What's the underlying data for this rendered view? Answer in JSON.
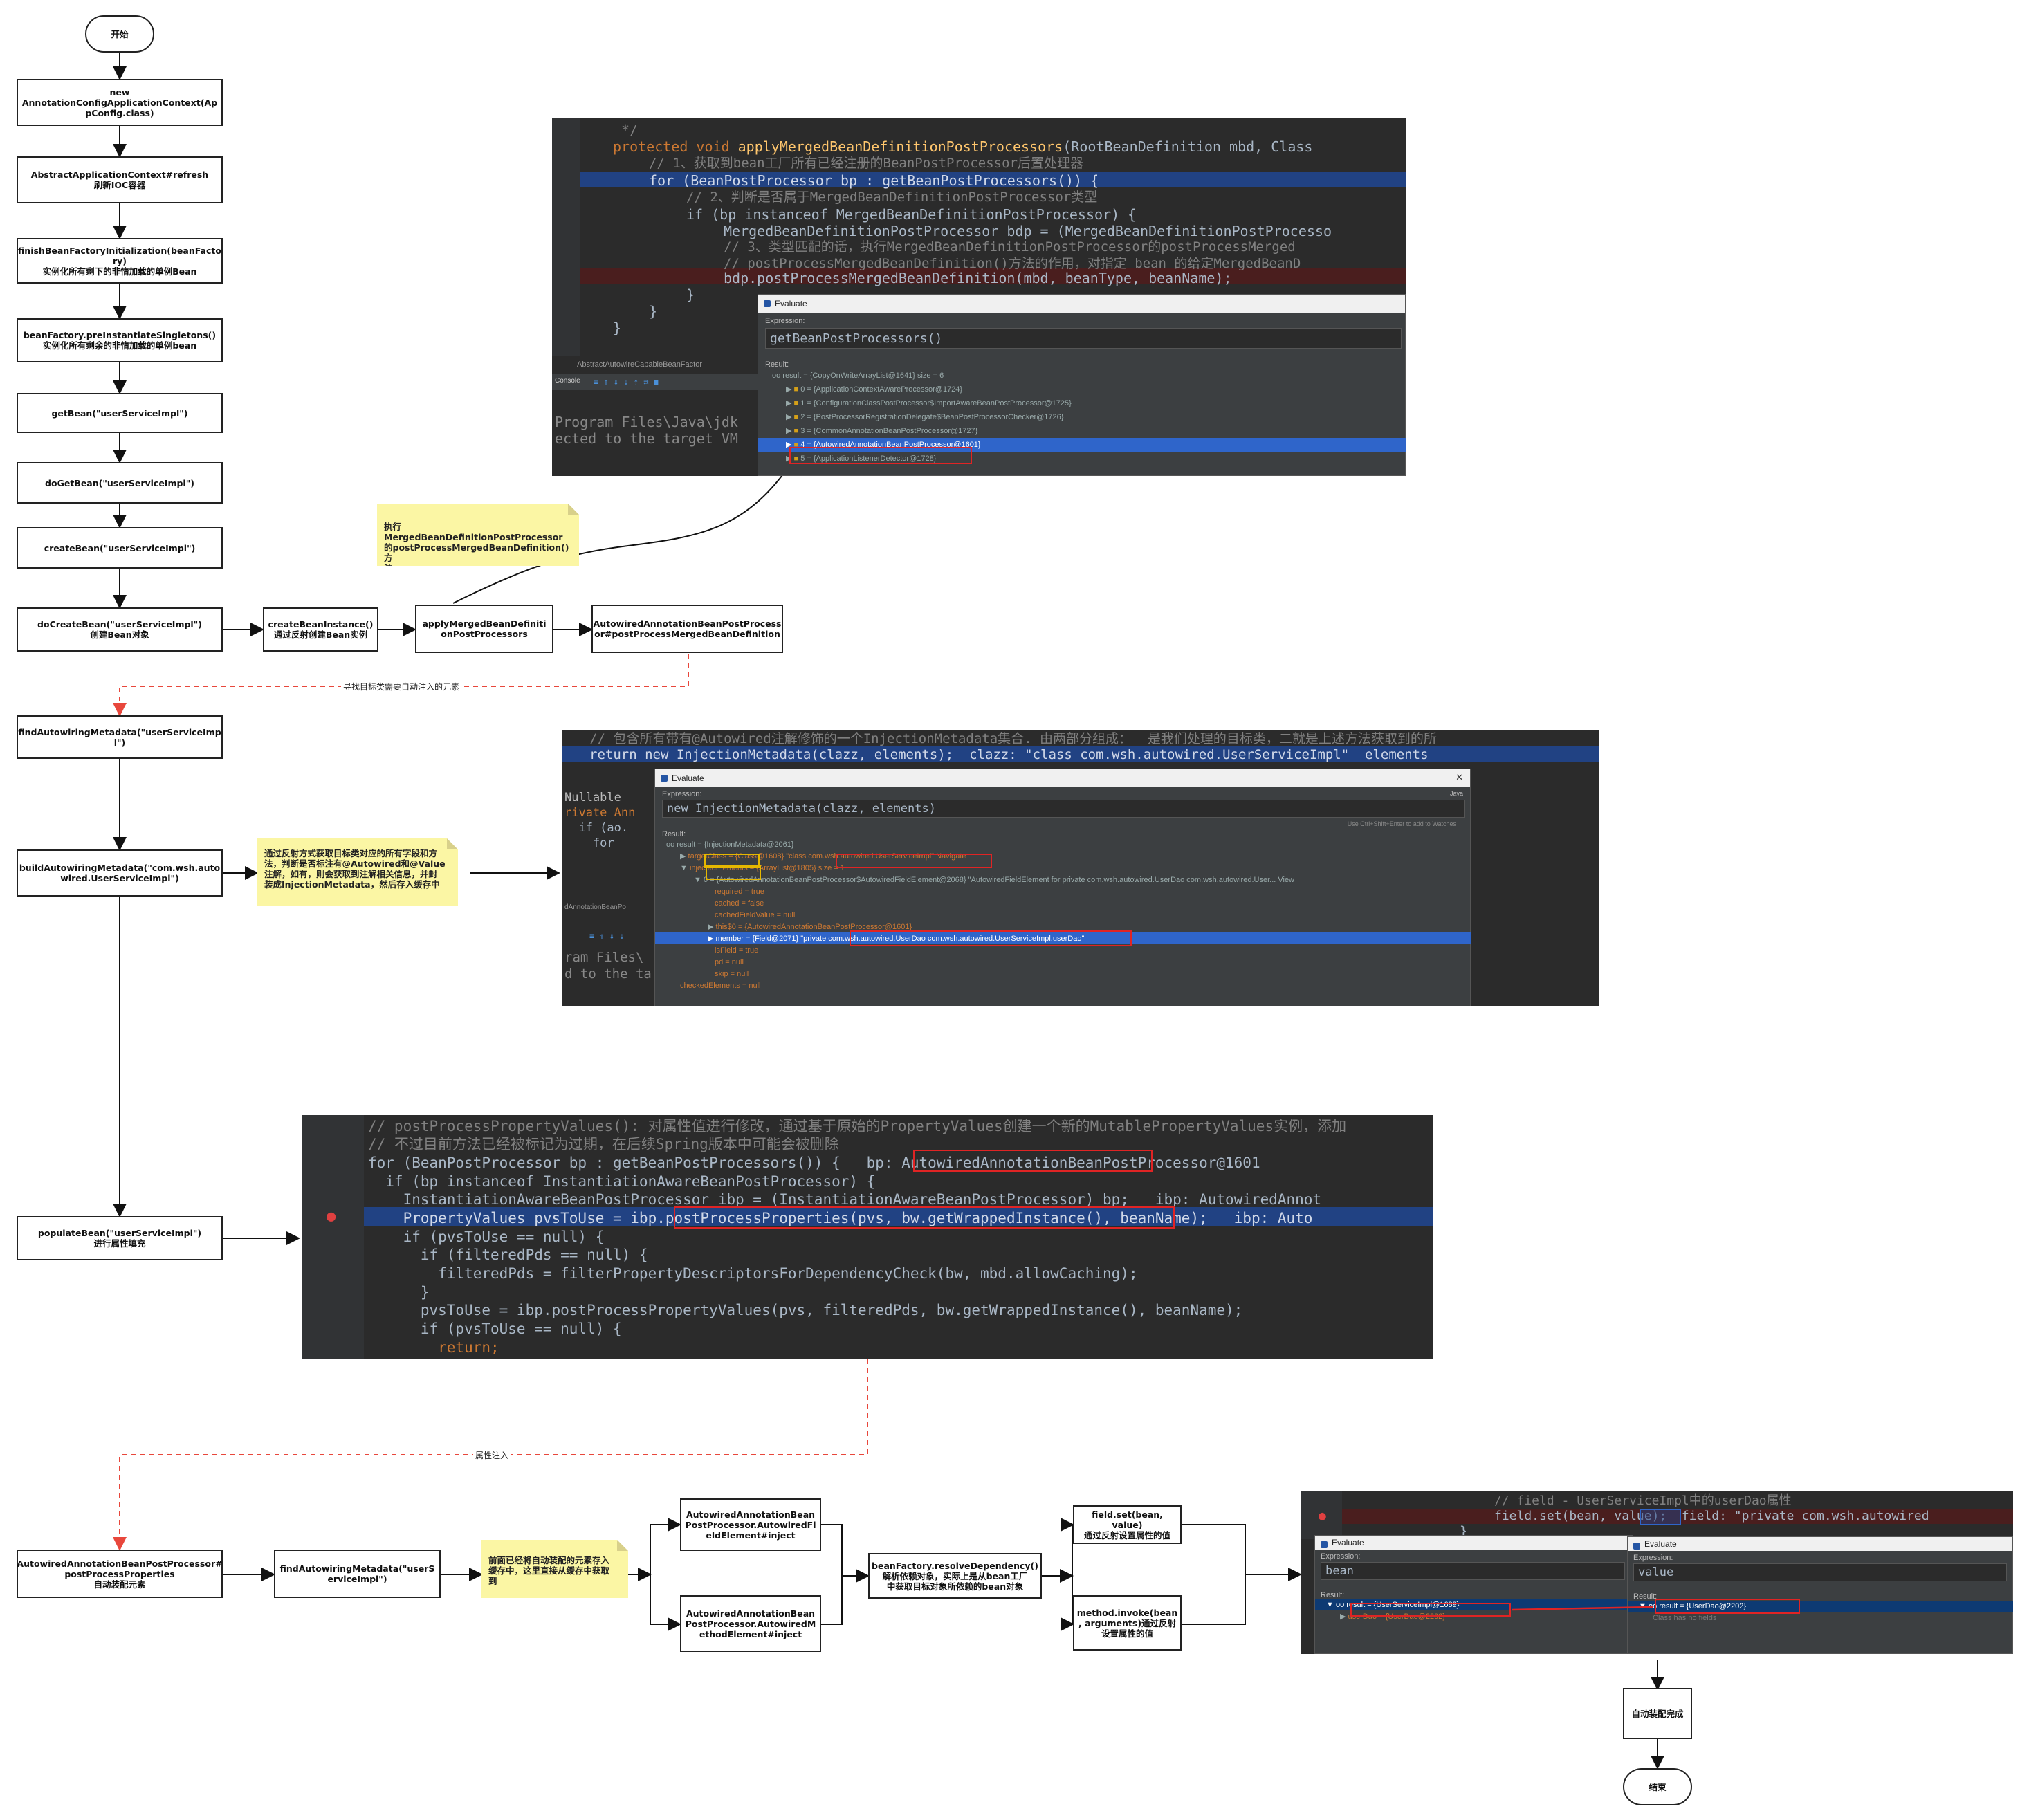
{
  "nodes": {
    "start": "开始",
    "ctx": "new\nAnnotationConfigApplicationContext(Ap\npConfig.class)",
    "refresh": "AbstractApplicationContext#refresh\n刷新IOC容器",
    "finish_init": "finishBeanFactoryInitialization(beanFacto\nry)\n实例化所有剩下的非惰加载的单例Bean",
    "pre_inst": "beanFactory.preInstantiateSingletons()\n实例化所有剩余的非惰加载的单例bean",
    "get_bean": "getBean(\"userServiceImpl\")",
    "do_get_bean": "doGetBean(\"userServiceImpl\")",
    "create_bean": "createBean(\"userServiceImpl\")",
    "do_create_bean": "doCreateBean(\"userServiceImpl\")\n创建Bean对象",
    "create_instance": "createBeanInstance()\n通过反射创建Bean实例",
    "apply_merged": "applyMergedBeanDefiniti\nonPostProcessors",
    "aabpp_merged": "AutowiredAnnotationBeanPostProcess\nor#postProcessMergedBeanDefinition",
    "find_meta_1": "findAutowiringMetadata(\"userServiceImp\nl\")",
    "build_meta": "buildAutowiringMetadata(\"com.wsh.auto\nwired.UserServiceImpl\")",
    "populate": "populateBean(\"userServiceImpl\")\n进行属性填充",
    "aabpp_props": "AutowiredAnnotationBeanPostProcessor#\npostProcessProperties\n自动装配元素",
    "find_meta_2": "findAutowiringMetadata(\"userS\nerviceImpl\")",
    "field_inject": "AutowiredAnnotationBean\nPostProcessor.AutowiredFi\neldElement#inject",
    "method_inject": "AutowiredAnnotationBean\nPostProcessor.AutowiredM\nethodElement#inject",
    "resolve_dep": "beanFactory.resolveDependency()\n解析依赖对象，实际上是从bean工厂\n中获取目标对象所依赖的bean对象",
    "field_set": "field.set(bean, value)\n通过反射设置属性的值",
    "method_invoke": "method.invoke(bean\n, arguments)通过反射\n设置属性的值",
    "done": "自动装配完成",
    "end": "结束"
  },
  "notes": {
    "merged": "执行MergedBeanDefinitionPostProcessor\n的postProcessMergedBeanDefinition()方\n法",
    "build": "通过反射方式获取目标类对应的所有字段和方\n法，判断是否标注有@Autowired和@Value\n注解，如有，则会获取到注解相关信息，并封\n装成InjectionMetadata，然后存入缓存中",
    "cache": "前面已经将自动装配的元素存入\n缓存中，这里直接从缓存中获取\n到"
  },
  "edge_labels": {
    "find_target": "寻找目标类需要自动注入的元素",
    "inject": "属性注入"
  },
  "shot1": {
    "lines": [
      "*/",
      "protected void applyMergedBeanDefinitionPostProcessors(RootBeanDefinition mbd, Class",
      "// 1、获取到bean工厂所有已经注册的BeanPostProcessor后置处理器",
      "for (BeanPostProcessor bp : getBeanPostProcessors()) {",
      "// 2、判断是否属于MergedBeanDefinitionPostProcessor类型",
      "if (bp instanceof MergedBeanDefinitionPostProcessor) {",
      "MergedBeanDefinitionPostProcessor bdp = (MergedBeanDefinitionPostProcesso",
      "// 3、类型匹配的话，执行MergedBeanDefinitionPostProcessor的postProcessMerged",
      "// postProcessMergedBeanDefinition()方法的作用，对指定 bean 的给定MergedBeanD",
      "bdp.postProcessMergedBeanDefinition(mbd, beanType, beanName);",
      "}",
      "}",
      "}"
    ],
    "file_tab": "AbstractAutowireCapableBeanFactor",
    "console_label": "Console",
    "console_lines": [
      "Program Files\\Java\\jdk",
      "ected to the target VM"
    ],
    "dialog_title": "Evaluate",
    "expr_label": "Expression:",
    "expr": "getBeanPostProcessors()",
    "result_label": "Result:",
    "result_root": "oo result = {CopyOnWriteArrayList@1641}  size = 6",
    "items": [
      "0 = {ApplicationContextAwareProcessor@1724}",
      "1 = {ConfigurationClassPostProcessor$ImportAwareBeanPostProcessor@1725}",
      "2 = {PostProcessorRegistrationDelegate$BeanPostProcessorChecker@1726}",
      "3 = {CommonAnnotationBeanPostProcessor@1727}",
      "4 = {AutowiredAnnotationBeanPostProcessor@1601}",
      "5 = {ApplicationListenerDetector@1728}"
    ]
  },
  "shot2": {
    "lines": [
      "// 包含所有带有@Autowired注解修饰的一个InjectionMetadata集合. 由两部分组成：  是我们处理的目标类，二就是上述方法获取到的所",
      "return new InjectionMetadata(clazz, elements);  clazz: \"class com.wsh.autowired.UserServiceImpl\"  elements"
    ],
    "side_lines": [
      "Nullable",
      "rivate Ann",
      "  if (ao.",
      "    for"
    ],
    "bottom_lines": [
      "dAnnotationBeanPo",
      "ram Files\\",
      "d to the ta"
    ],
    "dialog_title": "Evaluate",
    "expr_label": "Expression:",
    "lang": "Java",
    "expr": "new InjectionMetadata(clazz, elements)",
    "hint": "Use Ctrl+Shift+Enter to add to Watches",
    "result_label": "Result:",
    "tree": [
      "oo result = {InjectionMetadata@2061}",
      "targetClass = {Class@1608} \"class com.wsh.autowired.UserServiceImpl\"   Navigate",
      "injectedElements = {ArrayList@1805}  size = 1",
      "0 = {AutowiredAnnotationBeanPostProcessor$AutowiredFieldElement@2068} \"AutowiredFieldElement for private com.wsh.autowired.UserDao com.wsh.autowired.User...  View",
      "required = true",
      "cached = false",
      "cachedFieldValue = null",
      "this$0 = {AutowiredAnnotationBeanPostProcessor@1601}",
      "member = {Field@2071} \"private com.wsh.autowired.UserDao com.wsh.autowired.UserServiceImpl.userDao\"",
      "isField = true",
      "pd = null",
      "skip = null",
      "checkedElements = null"
    ]
  },
  "shot3": {
    "lines": [
      "// postProcessPropertyValues(): 对属性值进行修改，通过基于原始的PropertyValues创建一个新的MutablePropertyValues实例，添加",
      "// 不过目前方法已经被标记为过期，在后续Spring版本中可能会被删除",
      "for (BeanPostProcessor bp : getBeanPostProcessors()) {   bp: AutowiredAnnotationBeanPostProcessor@1601",
      "  if (bp instanceof InstantiationAwareBeanPostProcessor) {",
      "    InstantiationAwareBeanPostProcessor ibp = (InstantiationAwareBeanPostProcessor) bp;   ibp: AutowiredAnnot",
      "    PropertyValues pvsToUse = ibp.postProcessProperties(pvs, bw.getWrappedInstance(), beanName);   ibp: Auto",
      "    if (pvsToUse == null) {",
      "      if (filteredPds == null) {",
      "        filteredPds = filterPropertyDescriptorsForDependencyCheck(bw, mbd.allowCaching);",
      "      }",
      "      pvsToUse = ibp.postProcessPropertyValues(pvs, filteredPds, bw.getWrappedInstance(), beanName);",
      "      if (pvsToUse == null) {",
      "        return;"
    ]
  },
  "shot4": {
    "lines": [
      "// field - UserServiceImpl中的userDao属性",
      "field.set(bean, value);  field: \"private com.wsh.autowired",
      "}"
    ],
    "dlg1": {
      "title": "Evaluate",
      "expr_label": "Expression:",
      "expr": "bean",
      "result_label": "Result:",
      "tree": [
        "oo result = {UserServiceImpl@1689}",
        "userDao = {UserDao@2202}"
      ]
    },
    "dlg2": {
      "title": "Evaluate",
      "expr_label": "Expression:",
      "expr": "value",
      "result_label": "Result:",
      "tree": [
        "oo result = {UserDao@2202}",
        "Class has no fields"
      ]
    }
  },
  "colors": {
    "dashed_red": "#e8473c",
    "note_yellow": "#fbf6a4",
    "ide_bg": "#2b2b2b",
    "highlight": "#214283"
  }
}
